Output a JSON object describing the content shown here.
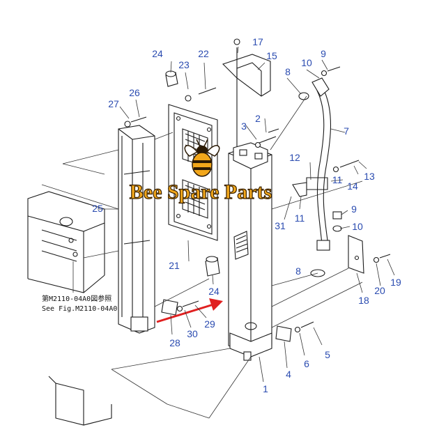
{
  "colors": {
    "callout": "#2a4bb0",
    "brand_fill": "#f2a71b",
    "brand_stroke": "#3a2200",
    "bee_body": "#f2a71b",
    "bee_stripe": "#2b1a05",
    "arrow": "#e02020",
    "line": "#1a1a1a"
  },
  "watermark": {
    "text": "Bee Spare Parts",
    "icon": "bee-icon"
  },
  "reference_note": {
    "line1": "第M2110-04A0図参照",
    "line2": "See Fig.M2110-04A0"
  },
  "callouts": [
    "1",
    "2",
    "3",
    "4",
    "5",
    "6",
    "7",
    "8",
    "8",
    "9",
    "9",
    "10",
    "10",
    "11",
    "11",
    "12",
    "13",
    "14",
    "15",
    "17",
    "18",
    "19",
    "20",
    "21",
    "22",
    "23",
    "24",
    "24",
    "25",
    "26",
    "27",
    "28",
    "29",
    "30",
    "31"
  ]
}
